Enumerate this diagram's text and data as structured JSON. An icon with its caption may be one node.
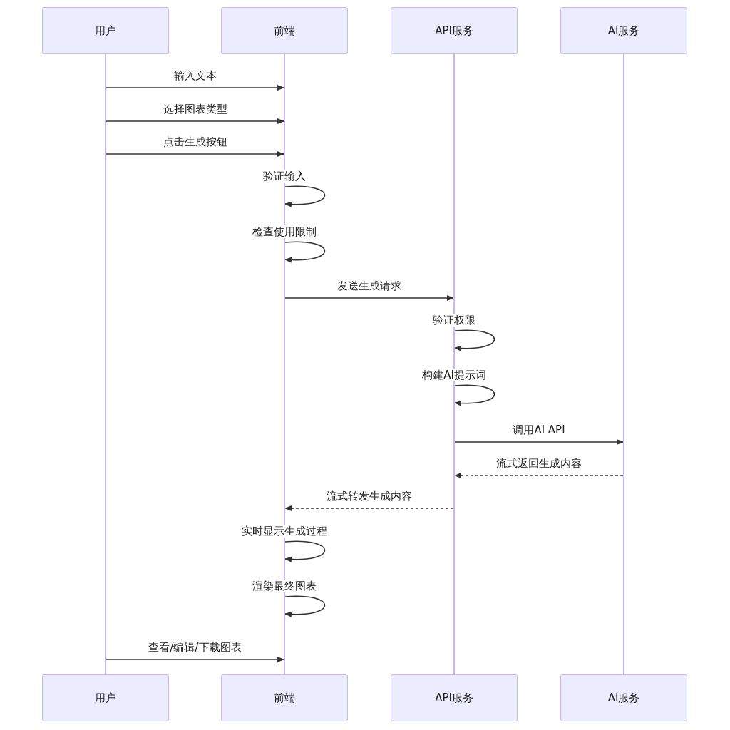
{
  "diagram": {
    "nodes": [
      {
        "text": [
          "用户"
        ]
      },
      {
        "text": [
          "前端"
        ]
      },
      {
        "text": [
          "API服务"
        ]
      },
      {
        "text": [
          "AI服务"
        ]
      },
      {
        "text": [],
        "shape": "bar"
      },
      {
        "text": [],
        "shape": "bar"
      },
      {
        "text": [],
        "shape": "bar"
      },
      {
        "text": [],
        "shape": "bar"
      },
      {
        "text": [
          "用户"
        ]
      },
      {
        "text": [
          "前端"
        ]
      },
      {
        "text": [
          "API服务"
        ]
      },
      {
        "text": [
          "AI服务"
        ]
      }
    ],
    "edges": [
      {
        "from": 4,
        "to": 5,
        "arrow": "to",
        "label": "输入文本"
      },
      {
        "from": 4,
        "to": 5,
        "arrow": "to",
        "label": "选择图表类型"
      },
      {
        "from": 4,
        "to": 5,
        "arrow": "to",
        "label": "点击生成按钮"
      },
      {
        "from": 5,
        "to": 5,
        "arrow": "to",
        "label": "验证输入"
      },
      {
        "from": 5,
        "to": 5,
        "arrow": "to",
        "label": "检查使用限制"
      },
      {
        "from": 5,
        "to": 6,
        "arrow": "to",
        "label": "发送生成请求"
      },
      {
        "from": 6,
        "to": 6,
        "arrow": "to",
        "label": "验证权限"
      },
      {
        "from": 6,
        "to": 6,
        "arrow": "to",
        "label": "构建AI提示词"
      },
      {
        "from": 6,
        "to": 7,
        "arrow": "to",
        "label": "调用AI API"
      },
      {
        "from": 7,
        "to": 6,
        "arrow": "to",
        "label": "流式返回生成内容",
        "style": "dashed"
      },
      {
        "from": 6,
        "to": 5,
        "arrow": "to",
        "label": "流式转发生成内容",
        "style": "dashed"
      },
      {
        "from": 5,
        "to": 5,
        "arrow": "to",
        "label": "实时显示生成过程"
      },
      {
        "from": 5,
        "to": 5,
        "arrow": "to",
        "label": "渲染最终图表"
      },
      {
        "from": 4,
        "to": 5,
        "arrow": "to",
        "label": "查看/编辑/下载图表"
      }
    ]
  }
}
